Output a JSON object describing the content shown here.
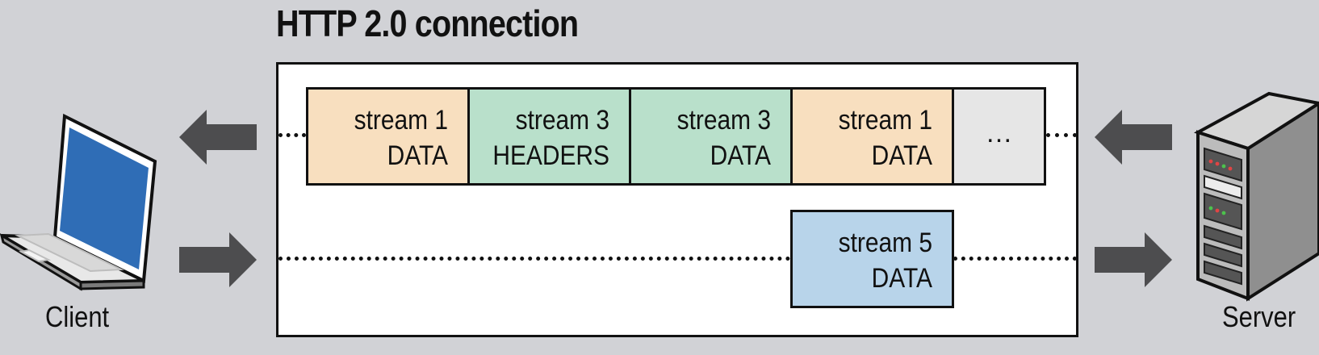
{
  "title": "HTTP 2.0 connection",
  "client_label": "Client",
  "server_label": "Server",
  "colors": {
    "background": "#d1d2d6",
    "data_stream_1": "#f8dfbf",
    "stream_3": "#b9e0cb",
    "stream_5": "#b8d4ea",
    "ellipsis_frame": "#e6e6e6",
    "arrow": "#4d4d4f",
    "laptop_screen": "#2f6db6"
  },
  "top_lane": {
    "direction": "server-to-client",
    "frames": [
      {
        "line1": "stream 1",
        "line2": "DATA",
        "color_key": "data_stream_1"
      },
      {
        "line1": "stream 3",
        "line2": "HEADERS",
        "color_key": "stream_3"
      },
      {
        "line1": "stream 3",
        "line2": "DATA",
        "color_key": "stream_3"
      },
      {
        "line1": "stream 1",
        "line2": "DATA",
        "color_key": "data_stream_1"
      },
      {
        "line1": "…",
        "line2": "",
        "color_key": "ellipsis_frame"
      }
    ]
  },
  "bottom_lane": {
    "direction": "client-to-server",
    "frames": [
      {
        "line1": "stream 5",
        "line2": "DATA",
        "color_key": "stream_5"
      }
    ]
  },
  "icons": {
    "client": "laptop-icon",
    "server": "server-tower-icon",
    "arrows": [
      "arrow-left-icon",
      "arrow-right-icon"
    ]
  }
}
